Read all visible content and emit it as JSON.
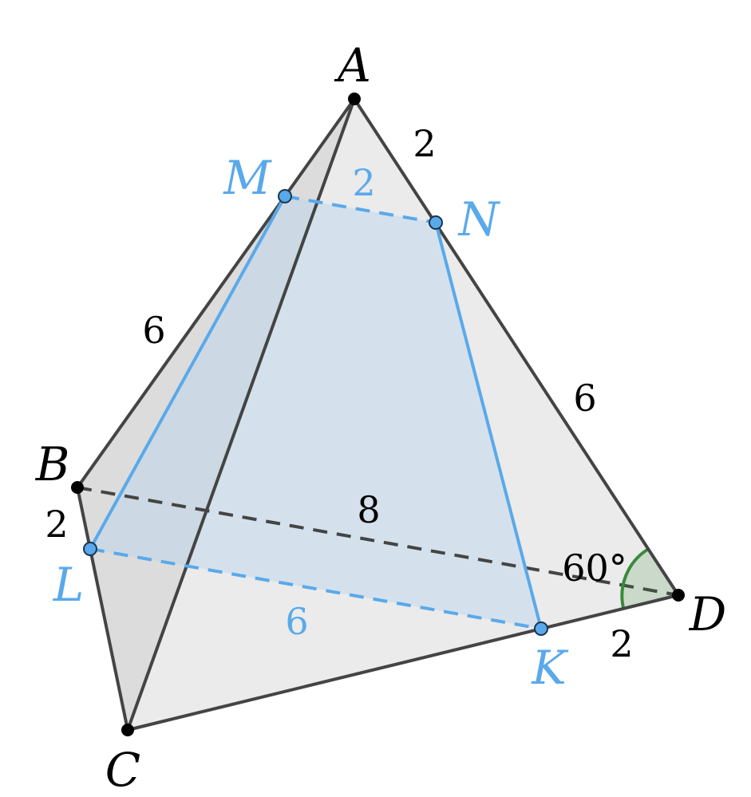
{
  "colors": {
    "edge": "#444444",
    "section": "#5aa9ea",
    "angle": "#3a8a3a",
    "face_light": "#ebebeb",
    "face_dark": "#dcdcdc",
    "section_fill": "#dbe6ef"
  },
  "vertices": {
    "A": "A",
    "B": "B",
    "C": "C",
    "D": "D"
  },
  "section_points": {
    "M": "M",
    "N": "N",
    "K": "K",
    "L": "L"
  },
  "lengths": {
    "AN": "2",
    "ND": "6",
    "AM": "6",
    "BL": "2",
    "KD": "2",
    "MN": "2",
    "LK": "6",
    "BD": "8"
  },
  "angle_label": "60°"
}
